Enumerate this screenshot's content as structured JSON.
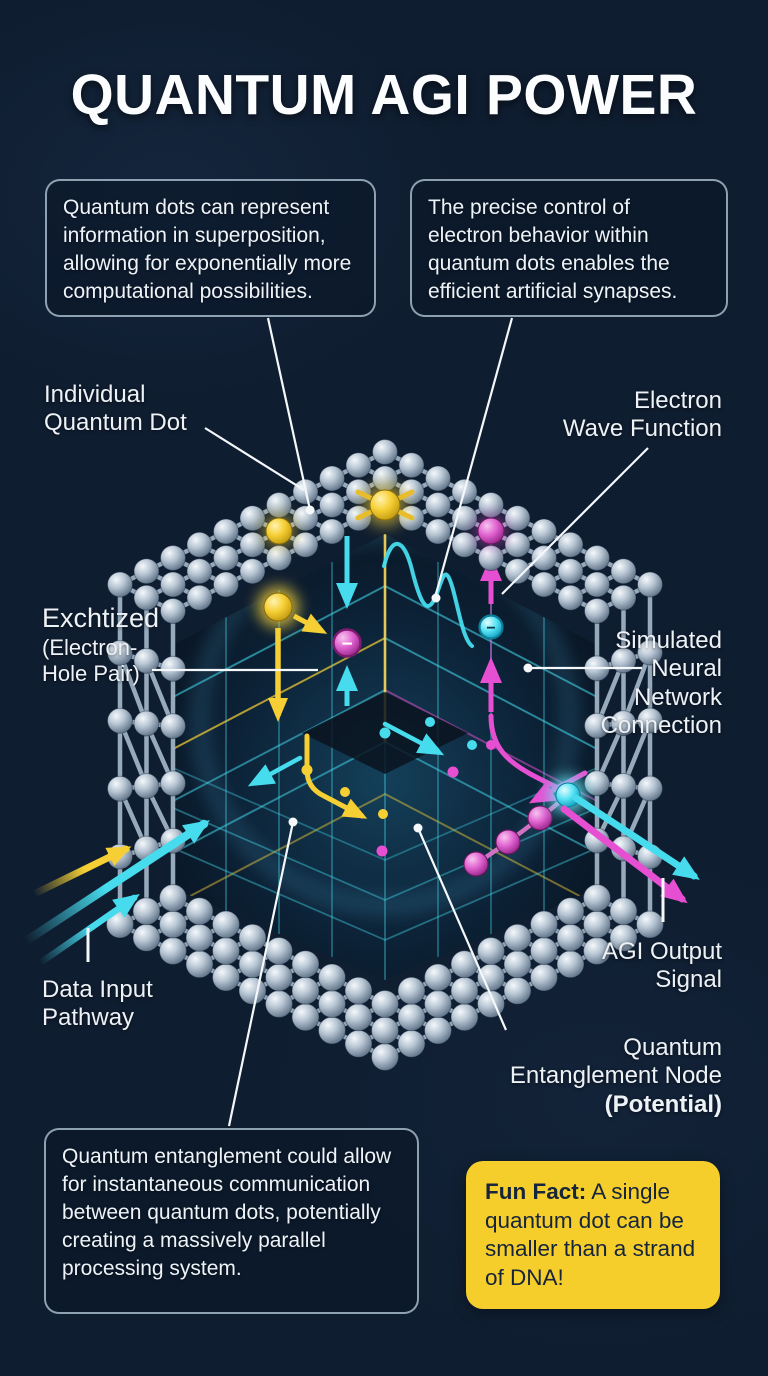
{
  "title": "QUANTUM AGI POWER",
  "callouts": {
    "superposition": "Quantum dots can represent information in superposition, allowing for exponentially more computational possibilities.",
    "synapses": "The precise control of electron behavior within quantum dots enables the efficient artificial synapses.",
    "entanglement": "Quantum entanglement could allow for instantaneous communication between quantum dots, potentially creating a massively parallel processing system."
  },
  "labels": {
    "individual_quantum_dot": [
      "Individual",
      "Quantum Dot"
    ],
    "electron_wave_function": [
      "Electron",
      "Wave Function"
    ],
    "exciton": [
      "Exchtized",
      "(Electron-",
      "Hole Pair)"
    ],
    "neural_connection": [
      "Simulated",
      "Neural",
      "Network",
      "Connection"
    ],
    "data_input": [
      "Data Input",
      "Pathway"
    ],
    "agi_output": [
      "AGI Output",
      "Signal"
    ],
    "entanglement_node": [
      "Quantum",
      "Entanglement Node",
      "(Potential)"
    ]
  },
  "fun_fact": {
    "prefix": "Fun Fact:",
    "text": "A single quantum dot can be smaller than a strand of DNA!"
  },
  "symbols": {
    "electron_charge": "−"
  },
  "colors": {
    "background": "#0f1d30",
    "accent_yellow": "#f6cf35",
    "accent_cyan": "#46dcee",
    "accent_magenta": "#e74fd2",
    "funfact_bg": "#f5ce2c",
    "funfact_text": "#16243c",
    "text": "#eef3f8",
    "box_border": "#a6bac9",
    "sphere_gray": "#b9c6d2"
  }
}
